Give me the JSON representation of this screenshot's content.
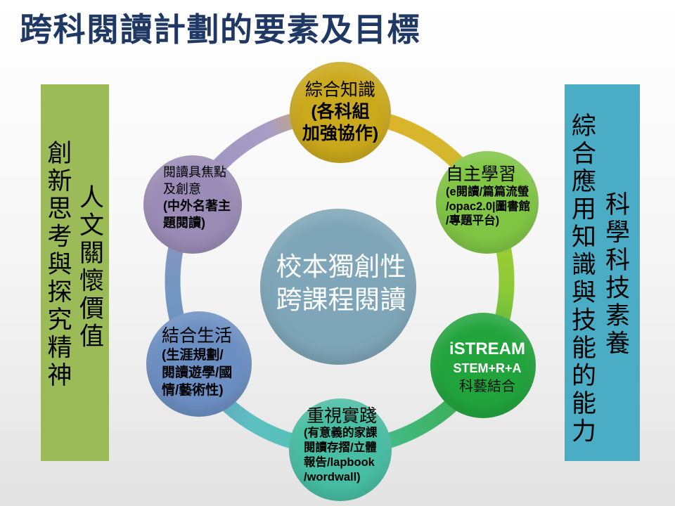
{
  "title": "跨科閱讀計劃的要素及目標",
  "left_panel": {
    "color": "#9BBB59",
    "left_column": "創新思考與探究精神",
    "right_column": "人文關懷價值"
  },
  "right_panel": {
    "color": "#4BACC6",
    "left_column": "綜合應用知識與技能的能力",
    "right_column": "科學科技素養"
  },
  "center": {
    "color": "#7EA6B8",
    "lines": [
      "校本獨創性",
      "跨課程閱讀"
    ]
  },
  "nodes": {
    "top": {
      "color": "#CBA91C",
      "lines": [
        "綜合知識",
        "(各科組",
        "加強協作)"
      ]
    },
    "top_right": {
      "color": "#80C644",
      "lines": [
        "自主學習",
        "(e閱讀/篇篇流螢",
        "/opac2.0|圖書館",
        "/專題平台)"
      ]
    },
    "bottom_right": {
      "color": "#22A43D",
      "lines": [
        "iSTREAM",
        "STEM+R+A",
        "科藝結合"
      ]
    },
    "bottom": {
      "color": "#47BEA3",
      "lines": [
        "重視實踐",
        "(有意義的家課",
        "閱讀存摺/立體",
        "報告/lapbook",
        "/wordwall)"
      ]
    },
    "bottom_left": {
      "color": "#6C8FC3",
      "lines": [
        "結合生活",
        "(生涯規劃/",
        "閱讀遊學/國",
        "情/藝術性)"
      ]
    },
    "top_left": {
      "color": "#9B8CB7",
      "lines": [
        "閱讀具焦點",
        "及創意",
        "(中外名著主",
        "題閱讀)"
      ]
    }
  }
}
